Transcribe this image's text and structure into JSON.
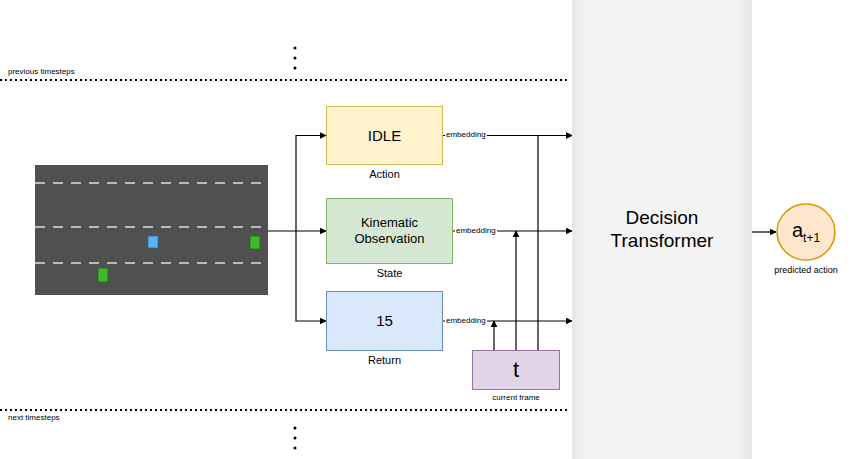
{
  "diagram": {
    "nodes": [
      {
        "text": [
          "IDLE",
          "Action"
        ]
      },
      {
        "text": [
          "Kinematic Observation",
          "State"
        ]
      },
      {
        "text": [
          "15",
          "Return"
        ]
      },
      {
        "text": [
          "t",
          "current frame"
        ]
      },
      {
        "text": [
          "Decision Transformer"
        ]
      },
      {
        "text": [
          "a",
          "t+1",
          "predicted action"
        ]
      }
    ],
    "edges": [
      {
        "from": 0,
        "to": 4,
        "label": "embedding",
        "arrow": "to"
      },
      {
        "from": 1,
        "to": 4,
        "label": "embedding",
        "arrow": "to"
      },
      {
        "from": 2,
        "to": 4,
        "label": "embedding",
        "arrow": "to"
      },
      {
        "from": 3,
        "to": 4,
        "arrow": "to"
      },
      {
        "from": 4,
        "to": 5,
        "arrow": "to"
      }
    ],
    "labels": [
      "previous timesteps",
      "next timesteps"
    ]
  }
}
